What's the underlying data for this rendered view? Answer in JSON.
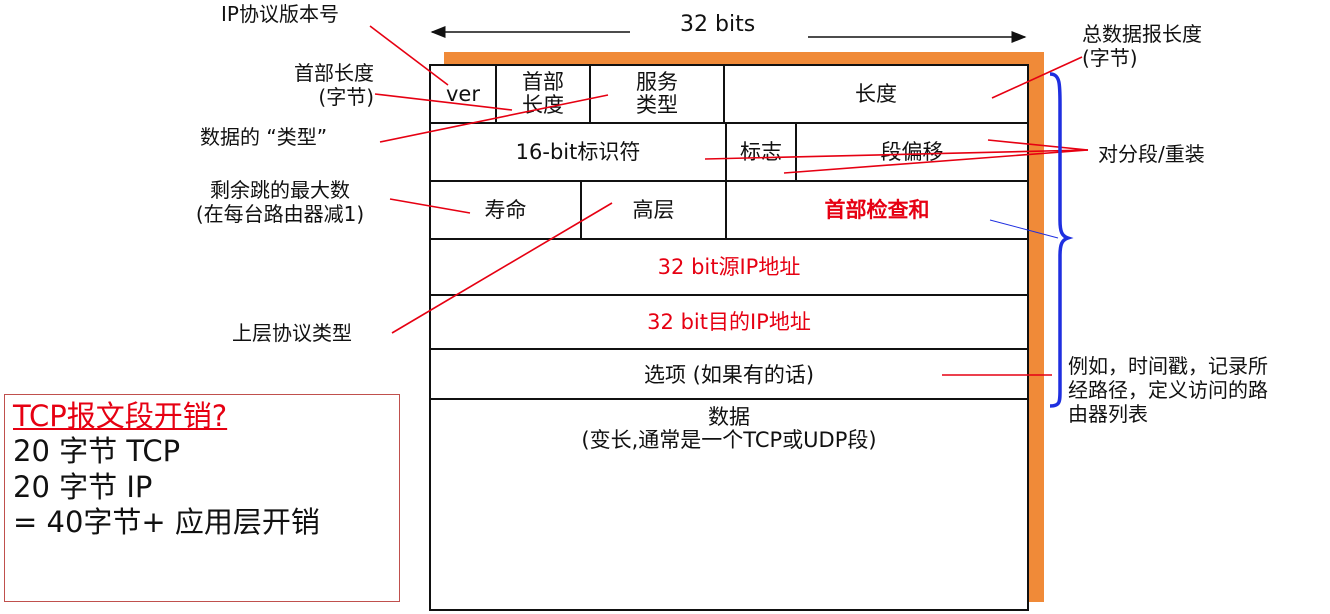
{
  "top": {
    "bits_label": "32 bits"
  },
  "header": {
    "row1": {
      "ver": "ver",
      "hlen": [
        "首部",
        "长度"
      ],
      "tos": [
        "服务",
        "类型"
      ],
      "length": "长度"
    },
    "row2": {
      "id": "16-bit标识符",
      "flags": "标志",
      "offset": "段偏移"
    },
    "row3": {
      "ttl": "寿命",
      "upper": "高层",
      "checksum": "首部检查和"
    },
    "src": "32 bit源IP地址",
    "dst": "32 bit目的IP地址",
    "options": "选项 (如果有的话)",
    "data": [
      "数据",
      "(变长,通常是一个TCP或UDP段)"
    ]
  },
  "annotations": {
    "version": "IP协议版本号",
    "hlen": [
      "首部长度",
      "(字节)"
    ],
    "type": "数据的 “类型”",
    "ttl": [
      "剩余跳的最大数",
      "(在每台路由器减1)"
    ],
    "upper": "上层协议类型",
    "total": [
      "总数据报长度",
      "(字节)"
    ],
    "frag": "对分段/重装",
    "options": [
      "例如，时间戳，记录所",
      "经路径，定义访问的路",
      "由器列表"
    ]
  },
  "tcp_overhead": {
    "title": "TCP报文段开销?",
    "lines": [
      "20 字节 TCP",
      "20 字节 IP",
      "= 40字节+ 应用层开销"
    ]
  },
  "colors": {
    "accent_orange": "#F08A38",
    "emphasis_red": "#E60012",
    "brace_blue": "#1F2FE0",
    "pointer_red": "#E60012"
  }
}
